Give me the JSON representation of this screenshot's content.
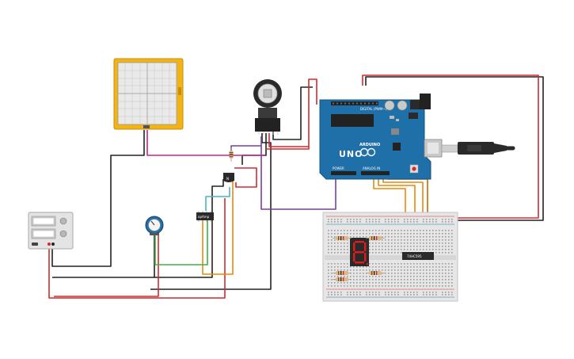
{
  "arduino": {
    "model": "UNO",
    "brand": "ARDUINO",
    "header_digital": "DIGITAL (PWM~)",
    "header_analog": "ANALOG IN",
    "header_power": "POWER"
  },
  "shift_register": {
    "label": "74HC595"
  },
  "op_amp": {
    "label": "opAmp"
  },
  "transistor": {
    "label": "N"
  },
  "colors": {
    "arduino_blue": "#1f6fa8",
    "oscilloscope": "#f2b316",
    "wire_red": "#d12b2b",
    "wire_black": "#222222",
    "wire_purple": "#7b3fa3",
    "wire_orange": "#e8890c",
    "wire_green": "#3db34a",
    "wire_cyan": "#46b6c9",
    "wire_pink": "#c2278a",
    "segment_red": "#e01b1b"
  }
}
